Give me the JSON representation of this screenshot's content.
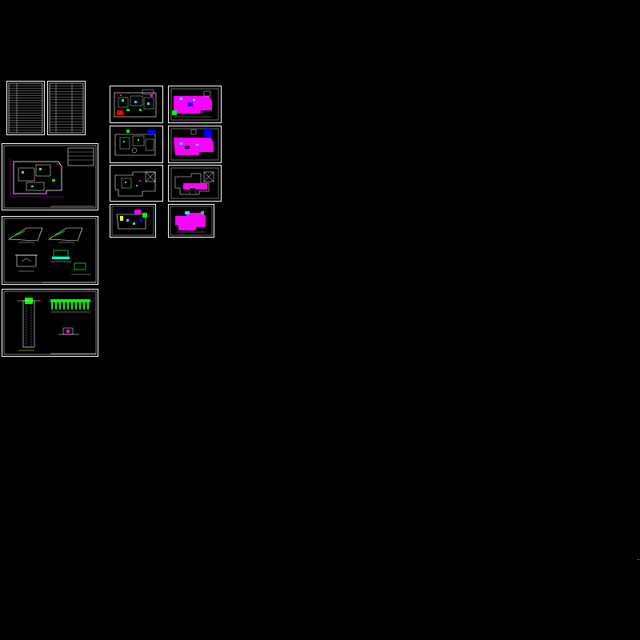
{
  "drawing": {
    "background": "#000000",
    "line_color": "#ffffff",
    "accent_colors": {
      "magenta": "#ff00ff",
      "cyan": "#00ffff",
      "green": "#00ff00",
      "yellow": "#ffff00",
      "blue": "#0000ff",
      "red": "#ff0000"
    }
  },
  "sheets": [
    {
      "id": "table-sheet-1",
      "kind": "table"
    },
    {
      "id": "table-sheet-2",
      "kind": "table"
    },
    {
      "id": "site-plan-sheet",
      "kind": "plan"
    },
    {
      "id": "section-details-sheet",
      "kind": "details"
    },
    {
      "id": "well-detail-sheet",
      "kind": "details"
    },
    {
      "id": "floor-plan-1a",
      "kind": "plan"
    },
    {
      "id": "floor-plan-1b",
      "kind": "plan-filled"
    },
    {
      "id": "floor-plan-2a",
      "kind": "plan"
    },
    {
      "id": "floor-plan-2b",
      "kind": "plan-filled"
    },
    {
      "id": "floor-plan-3a",
      "kind": "plan"
    },
    {
      "id": "floor-plan-3b",
      "kind": "plan-filled"
    },
    {
      "id": "floor-plan-4a",
      "kind": "plan"
    },
    {
      "id": "floor-plan-4b",
      "kind": "plan-filled"
    }
  ]
}
